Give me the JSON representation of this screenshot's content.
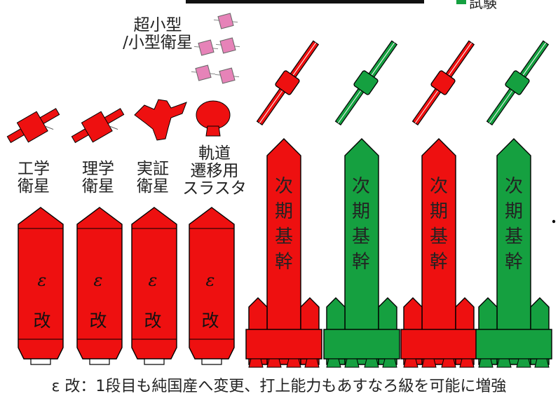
{
  "colors": {
    "red": "#ee1010",
    "green": "#15a040",
    "pink": "#e683b8",
    "outline": "#000000"
  },
  "legend": {
    "label": "試験"
  },
  "small_sats": {
    "label": "超小型\n/小型衛星"
  },
  "epsilon_payloads": [
    {
      "label": "工学\n衛星",
      "icon": "engineering-satellite-icon"
    },
    {
      "label": "理学\n衛星",
      "icon": "science-satellite-icon"
    },
    {
      "label": "実証\n衛星",
      "icon": "demonstration-satellite-icon"
    },
    {
      "label": "軌道\n遷移用\nスラスタ",
      "icon": "orbit-transfer-thruster-icon"
    }
  ],
  "epsilon_rockets": [
    {
      "top": "ε",
      "bottom": "改"
    },
    {
      "top": "ε",
      "bottom": "改"
    },
    {
      "top": "ε",
      "bottom": "改"
    },
    {
      "top": "ε",
      "bottom": "改"
    }
  ],
  "h3_rockets": [
    {
      "text": "次\n期\n基\n幹",
      "color": "red"
    },
    {
      "text": "次\n期\n基\n幹",
      "color": "green"
    },
    {
      "text": "次\n期\n基\n幹",
      "color": "red"
    },
    {
      "text": "次\n期\n基\n幹",
      "color": "green"
    }
  ],
  "caption": "ε 改：1段目も純国産へ変更、打上能力もあすなろ級を可能に増強"
}
